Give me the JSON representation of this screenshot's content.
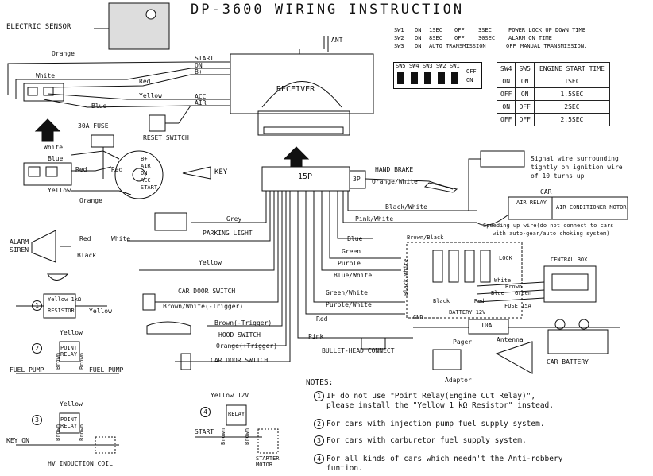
{
  "title": "DP-3600 WIRING INSTRUCTION",
  "components": {
    "electric_sensor": "ELECTRIC SENSOR",
    "ant": "ANT",
    "receiver": "RECEIVER",
    "reset_switch": "RESET SWITCH",
    "fuse_30a": "30A FUSE",
    "key": "KEY",
    "connector_15p": "15P",
    "connector_3p": "3P",
    "hand_brake": "HAND BRAKE",
    "parking_light": "PARKING LIGHT",
    "alarm_siren": "ALARM SIREN",
    "car_door_switch_1": "CAR DOOR SWITCH",
    "hood_switch": "HOOD SWITCH",
    "car_door_switch_2": "CAR DOOR SWITCH",
    "bullet_head": "BULLET-HEAD CONNECT",
    "lock": "LOCK",
    "central_box": "CENTRAL BOX",
    "battery_12v": "BATTERY 12V",
    "fuse_15a": "FUSE 15A",
    "fuse_10a": "10A",
    "gnd": "GND",
    "pager": "Pager",
    "antenna": "Antenna",
    "adaptor": "Adaptor",
    "car_battery": "CAR BATTERY",
    "car": "CAR",
    "air_relay": "AIR RELAY",
    "air_conditioner": "AIR CONDITIONER MOTOR",
    "signal_wire_note": [
      "Signal wire surrounding",
      "tightly on ignition wire",
      "of 10 turns up"
    ],
    "speeding_note": [
      "Speeding up wire(do not connect to cars",
      "with auto-gear/auto choking system)"
    ]
  },
  "receiver_terminals": [
    "START",
    "ON",
    "B+",
    "ACC",
    "AIR"
  ],
  "ignition_terminals": [
    "B+",
    "AIR",
    "ON",
    "ACC",
    "START"
  ],
  "wires": {
    "orange": "Orange",
    "white": "White",
    "red": "Red",
    "yellow": "Yellow",
    "blue": "Blue",
    "orange_white": "Orange/White",
    "black_white": "Black/White",
    "pink_white": "Pink/White",
    "grey": "Grey",
    "red_white": [
      "Red",
      "White"
    ],
    "black": "Black",
    "brown_black": "Brown/Black",
    "green": "Green",
    "purple": "Purple",
    "blue_white": "Blue/White",
    "green_white": "Green/White",
    "purple_white": "Purple/White",
    "brown_white_trigger": "Brown/White(-Trigger)",
    "brown_trigger": "Brown(-Trigger)",
    "orange_trigger": "Orange(+Trigger)",
    "pink": "Pink",
    "lock_wires": [
      "White",
      "Brown",
      "Green"
    ],
    "lock_side_black_white": "Black/White",
    "lock_black": "Black",
    "lock_red": "Red",
    "lock_blue": "Blue"
  },
  "sw_settings": [
    [
      "SW1",
      "ON",
      "1SEC",
      "OFF",
      "3SEC",
      "POWER LOCK UP DOWN TIME"
    ],
    [
      "SW2",
      "ON",
      "8SEC",
      "OFF",
      "30SEC",
      "ALARM ON TIME"
    ],
    [
      "SW3",
      "ON",
      "AUTO TRANSMISSION",
      "OFF",
      "MANUAL TRANSMISSION."
    ]
  ],
  "dip": {
    "labels": [
      "SW5",
      "SW4",
      "SW3",
      "SW2",
      "SW1"
    ],
    "on": "ON",
    "off": "OFF"
  },
  "engine_table": {
    "headers": [
      "SW4",
      "SW5",
      "ENGINE START TIME"
    ],
    "rows": [
      [
        "ON",
        "ON",
        "1SEC"
      ],
      [
        "OFF",
        "ON",
        "1.5SEC"
      ],
      [
        "ON",
        "OFF",
        "2SEC"
      ],
      [
        "OFF",
        "OFF",
        "2.5SEC"
      ]
    ]
  },
  "diagram1": {
    "num": "1",
    "resistor_top": "Yellow 1kΩ",
    "resistor": "RESISTOR",
    "yellow": "Yellow"
  },
  "diagram2": {
    "num": "2",
    "yellow": "Yellow",
    "relay": "POINT RELAY",
    "fuel_pump_left": "FUEL PUMP",
    "fuel_pump_right": "FUEL PUMP",
    "brown": "Brown"
  },
  "diagram3": {
    "num": "3",
    "yellow": "Yellow",
    "relay": "POINT RELAY",
    "key_on": "KEY ON",
    "coil": "HV INDUCTION COIL",
    "brown": "Brown"
  },
  "diagram4": {
    "num": "4",
    "yellow": "Yellow 12V",
    "relay": "RELAY",
    "start": "START",
    "motor": "STARTER MOTOR",
    "brown": "Brown"
  },
  "notes": {
    "heading": "NOTES:",
    "items": [
      {
        "num": "1",
        "lines": [
          "IF do not use \"Point Relay(Engine Cut Relay)\",",
          "please install the \"Yellow 1 kΩ Resistor\" instead."
        ]
      },
      {
        "num": "2",
        "lines": [
          "For cars with injection pump fuel supply system."
        ]
      },
      {
        "num": "3",
        "lines": [
          "For cars with carburetor fuel supply system."
        ]
      },
      {
        "num": "4",
        "lines": [
          "For all kinds of cars which needn't the Anti-robbery",
          "funtion."
        ]
      }
    ]
  }
}
